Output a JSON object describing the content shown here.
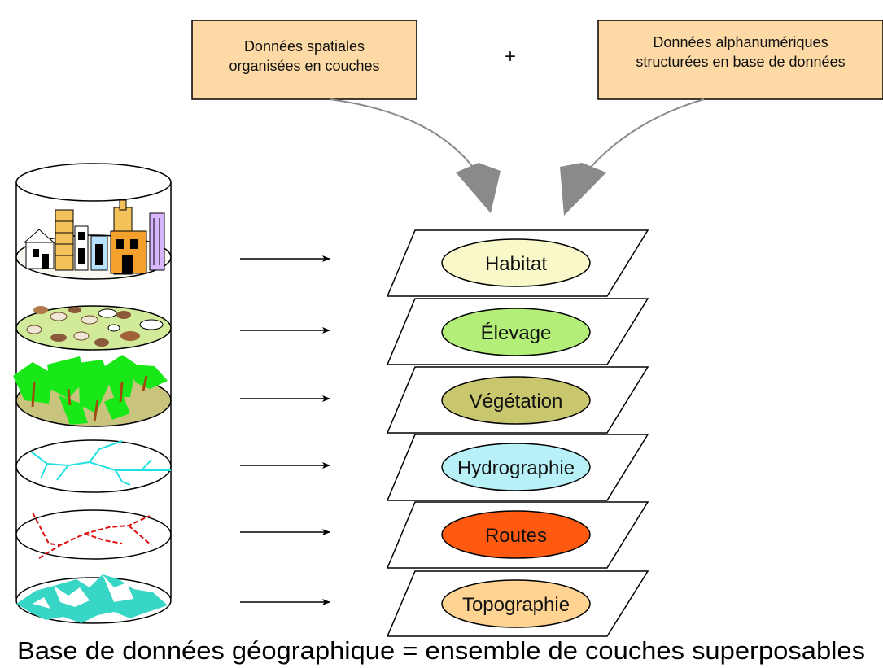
{
  "source_boxes": {
    "left": {
      "line1": "Données spatiales",
      "line2": "organisées en couches"
    },
    "plus": "+",
    "right": {
      "line1": "Données alphanumériques",
      "line2": "structurées en base de données"
    }
  },
  "layers": [
    {
      "id": "habitat",
      "label": "Habitat",
      "color": "#f8f8c8"
    },
    {
      "id": "elevage",
      "label": "Élevage",
      "color": "#b2ee78"
    },
    {
      "id": "vegetation",
      "label": "Végétation",
      "color": "#c9c76e"
    },
    {
      "id": "hydrographie",
      "label": "Hydrographie",
      "color": "#b8f0f8"
    },
    {
      "id": "routes",
      "label": "Routes",
      "color": "#ff5a10"
    },
    {
      "id": "topographie",
      "label": "Topographie",
      "color": "#ffd493"
    }
  ],
  "caption": "Base de données géographique = ensemble de couches superposables",
  "colors": {
    "box_fill": "#fdd9a6",
    "arrow_gray": "#8a8a8a",
    "cyan": "#20e0e0",
    "green": "#18e818",
    "red": "#e01010",
    "ground": "#c8c47e"
  }
}
